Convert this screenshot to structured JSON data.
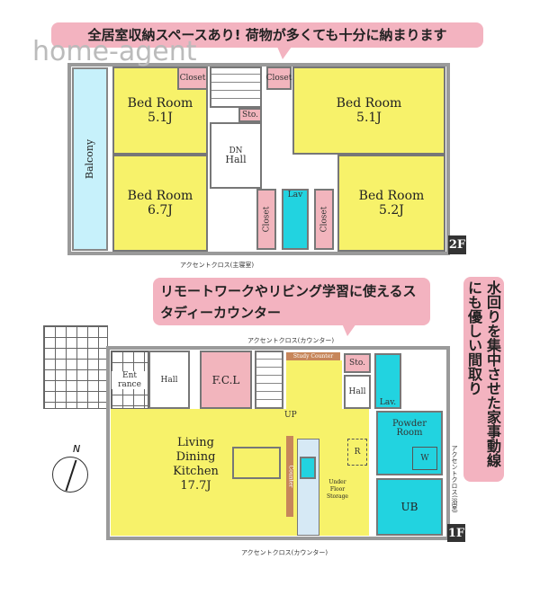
{
  "watermark": "home-agent",
  "callouts": {
    "top": "全居室収納スペースあり! 荷物が多くても十分に納まります",
    "study": "リモートワークやリビング学習に使えるスタディーカウンター",
    "water": "水回りを集中させた家事動線にも優しい間取り"
  },
  "floor2": {
    "badge": "2F",
    "balcony": "Balcony",
    "bed_nw": {
      "name": "Bed Room",
      "size": "5.1J"
    },
    "bed_ne": {
      "name": "Bed Room",
      "size": "5.1J"
    },
    "bed_sw": {
      "name": "Bed Room",
      "size": "6.7J"
    },
    "bed_se": {
      "name": "Bed Room",
      "size": "5.2J"
    },
    "closet": "Closet",
    "sto": "Sto.",
    "dn": "DN",
    "hall": "Hall",
    "lav": "Lav",
    "accent_note": "アクセントクロス(主寝室)"
  },
  "floor1": {
    "badge": "1F",
    "entrance": "Ent rance",
    "hall": "Hall",
    "fcl": "F.C.L",
    "study_counter": "Study Counter",
    "up": "UP",
    "sto": "Sto.",
    "hall2": "Hall",
    "lav": "Lav.",
    "ldk": {
      "name": "Living Dining Kitchen",
      "size": "17.7J"
    },
    "powder": "Powder Room",
    "w": "W",
    "r": "R",
    "ub": "UB",
    "underfloor": "Under Floor Storage",
    "counter": "Counter",
    "accent_top": "アクセントクロス(カウンター)",
    "accent_bottom": "アクセントクロス(カウンター)",
    "accent_bath": "アクセントクロス(浴室)"
  },
  "compass": {
    "label": "N"
  }
}
